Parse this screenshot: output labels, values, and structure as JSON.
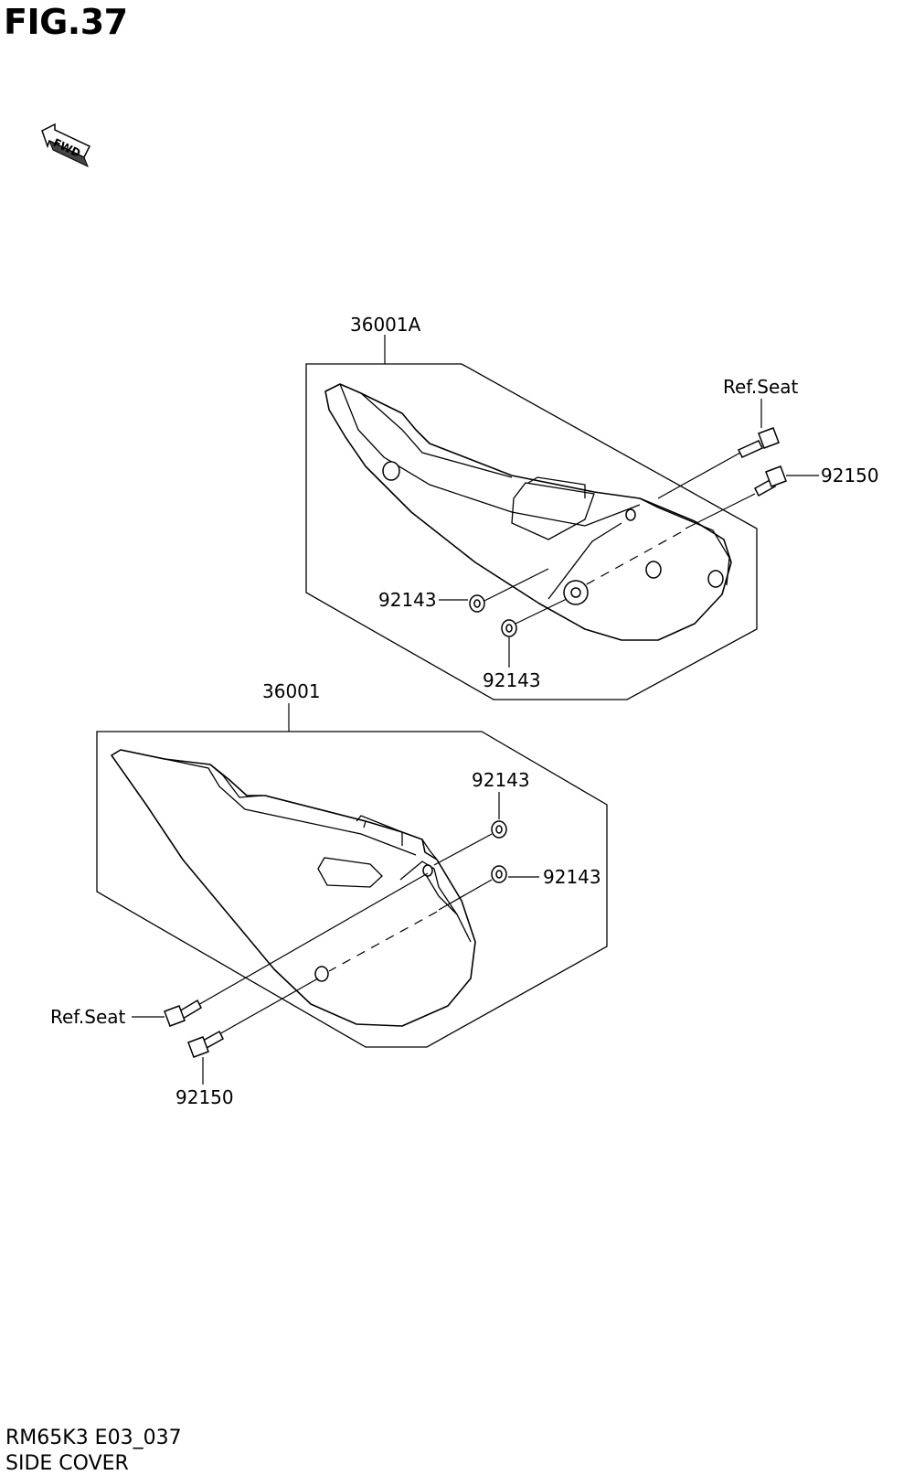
{
  "figure": {
    "title": "FIG.37",
    "fwd_marker": "FWD"
  },
  "footer": {
    "code": "RM65K3 E03_037",
    "name": "SIDE COVER"
  },
  "callouts": {
    "upper_assembly": "36001A",
    "upper_ref_seat": "Ref.Seat",
    "upper_bolt": "92150",
    "upper_washer_left": "92143",
    "upper_washer_bottom": "92143",
    "lower_assembly": "36001",
    "lower_washer_top": "92143",
    "lower_washer_right": "92143",
    "lower_ref_seat": "Ref.Seat",
    "lower_bolt": "92150"
  }
}
